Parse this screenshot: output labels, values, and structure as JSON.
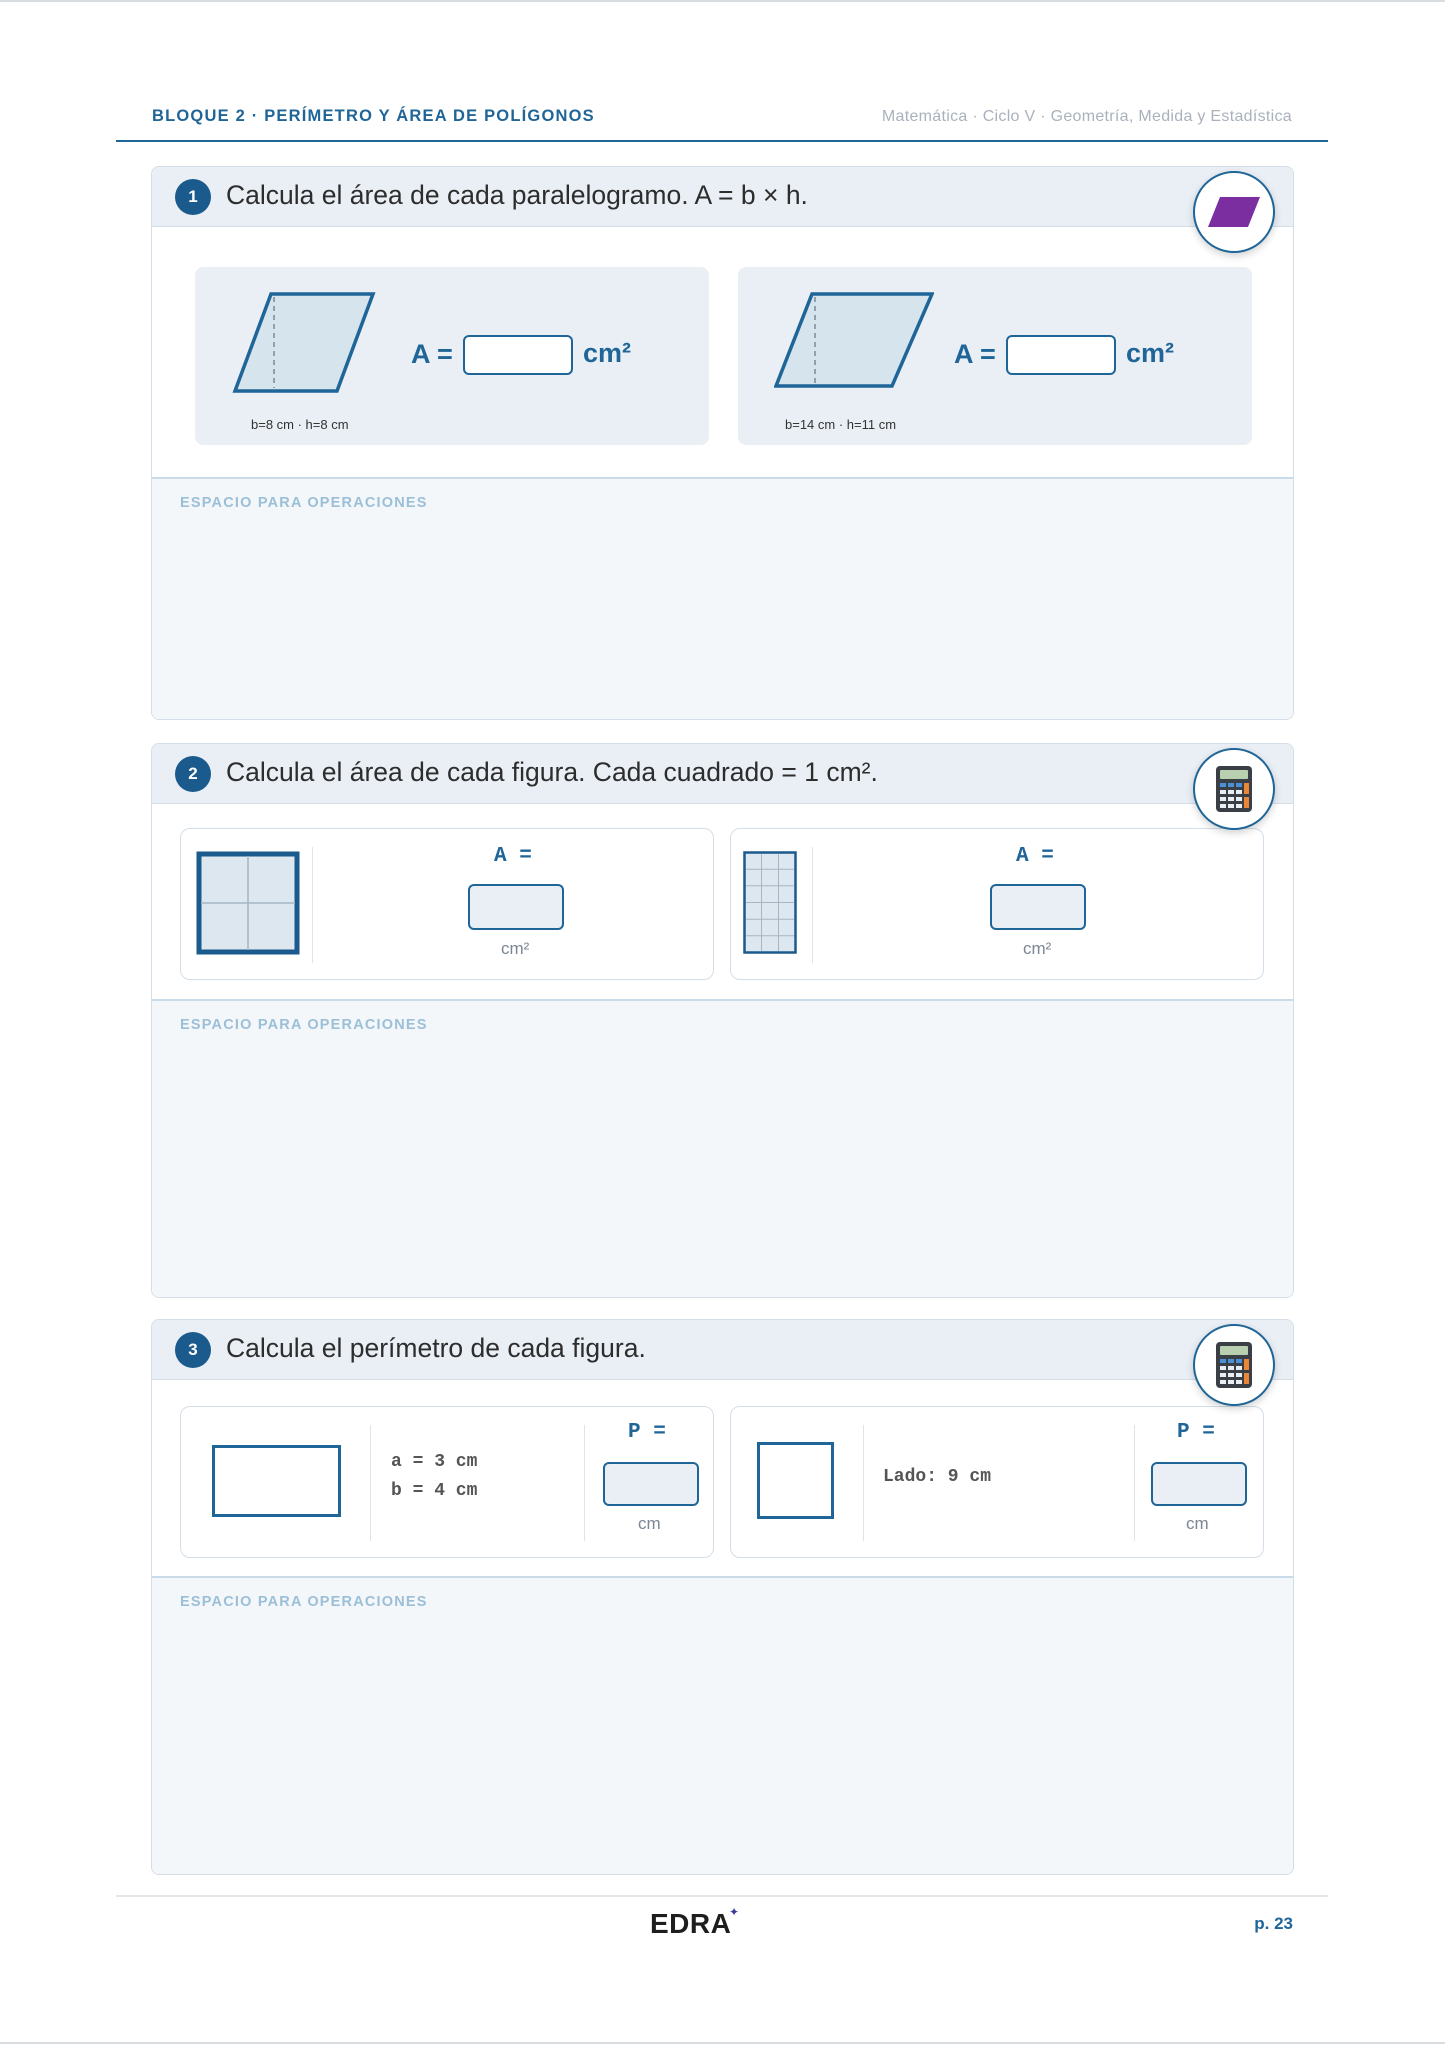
{
  "header": {
    "left": "BLOQUE 2 · PERÍMETRO Y ÁREA DE POLÍGONOS",
    "right": "Matemática · Ciclo V · Geometría, Medida y Estadística"
  },
  "work_label": "ESPACIO PARA OPERACIONES",
  "q1": {
    "number": "1",
    "title": "Calcula el área de cada paralelogramo. A = b × h.",
    "badge_icon": "parallelogram-icon",
    "items": [
      {
        "dims": "b=8 cm · h=8 cm",
        "label": "A =",
        "unit": "cm²"
      },
      {
        "dims": "b=14 cm · h=11 cm",
        "label": "A =",
        "unit": "cm²"
      }
    ]
  },
  "q2": {
    "number": "2",
    "title": "Calcula el área de cada figura. Cada cuadrado = 1 cm².",
    "badge_icon": "calculator-icon",
    "items": [
      {
        "grid_cols": 2,
        "grid_rows": 2,
        "label": "A =",
        "unit": "cm²"
      },
      {
        "grid_cols": 3,
        "grid_rows": 6,
        "label": "A =",
        "unit": "cm²"
      }
    ]
  },
  "q3": {
    "number": "3",
    "title": "Calcula el perímetro de cada figura.",
    "badge_icon": "calculator-icon",
    "items": [
      {
        "shape": "rectangle",
        "line1": "a = 3 cm",
        "line2": "b = 4 cm",
        "label": "P =",
        "unit": "cm"
      },
      {
        "shape": "square",
        "line1": "Lado: 9 cm",
        "label": "P =",
        "unit": "cm"
      }
    ]
  },
  "footer": {
    "logo": "EDRA",
    "page": "p. 23"
  },
  "colors": {
    "accent": "#1f6597",
    "badge_parallelogram": "#7b2ea0",
    "header_bg": "#e9eff5"
  }
}
